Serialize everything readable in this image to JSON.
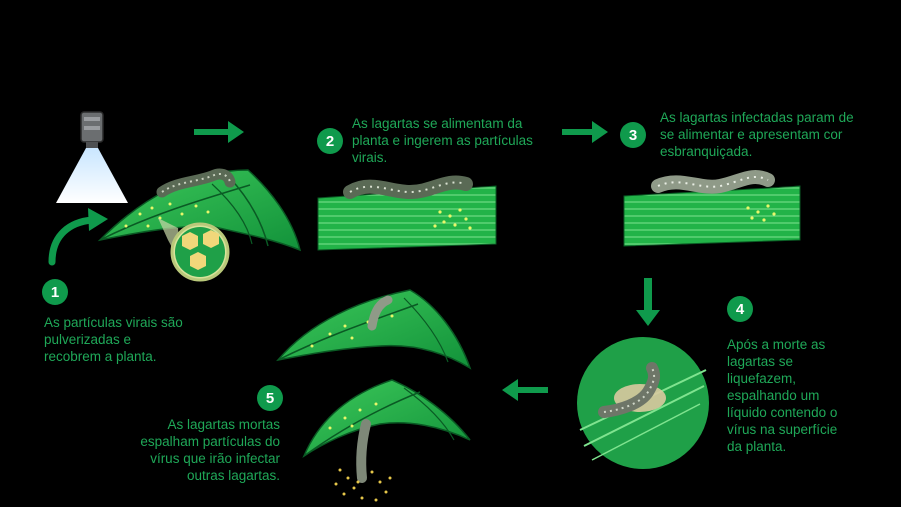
{
  "colors": {
    "accent": "#0f9a4c",
    "text": "#1fa858",
    "leaf": "#22b348",
    "leaf_dark": "#0b6e2c",
    "background": "#000000"
  },
  "icons": [
    "sprayer-icon",
    "arrow-right-icon",
    "arrow-down-icon",
    "arrow-left-icon",
    "curved-arrow-icon",
    "caterpillar-icon",
    "leaf-icon",
    "virus-particle-icon"
  ],
  "steps": [
    {
      "number": "1",
      "lines": [
        "As partículas virais são",
        "pulverizadas e",
        "recobrem a planta."
      ]
    },
    {
      "number": "2",
      "lines": [
        "As lagartas se alimentam da",
        "planta e ingerem as partículas",
        "virais."
      ]
    },
    {
      "number": "3",
      "lines": [
        "As lagartas infectadas param de",
        "se alimentar e apresentam cor",
        "esbranquiçada."
      ]
    },
    {
      "number": "4",
      "lines": [
        "Após a morte as",
        "lagartas se",
        "liquefazem,",
        "espalhando um",
        "líquido contendo o",
        "vírus na superfície",
        "da planta."
      ]
    },
    {
      "number": "5",
      "lines": [
        "As lagartas mortas",
        "espalham partículas do",
        "vírus que irão infectar",
        "outras lagartas."
      ]
    }
  ]
}
